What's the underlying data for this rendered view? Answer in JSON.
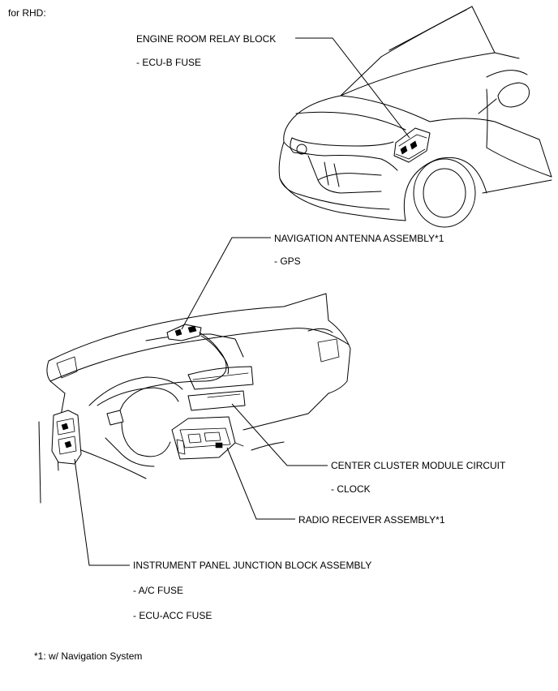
{
  "header": {
    "variant": "for RHD:"
  },
  "callouts": {
    "engine_room": {
      "title": "ENGINE ROOM RELAY BLOCK",
      "items": [
        "- ECU-B FUSE"
      ]
    },
    "nav_antenna": {
      "title": "NAVIGATION ANTENNA ASSEMBLY*1",
      "items": [
        "- GPS"
      ]
    },
    "center_cluster": {
      "title": "CENTER CLUSTER MODULE CIRCUIT",
      "items": [
        "- CLOCK"
      ]
    },
    "radio": {
      "title": "RADIO RECEIVER ASSEMBLY*1",
      "items": []
    },
    "ip_jb": {
      "title": "INSTRUMENT PANEL JUNCTION BLOCK ASSEMBLY",
      "items": [
        "- A/C FUSE",
        "- ECU-ACC FUSE"
      ]
    }
  },
  "footnote": "*1: w/ Navigation System"
}
